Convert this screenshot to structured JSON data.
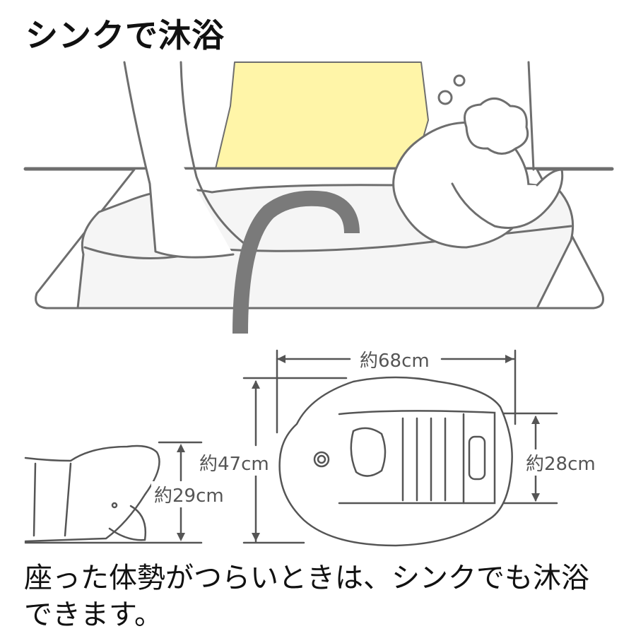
{
  "title": "シンクで沐浴",
  "caption": {
    "line1": "座った体勢がつらいときは、シンクでも沐浴",
    "line2": "できます。"
  },
  "dimensions": {
    "length": "約68cm",
    "width": "約47cm",
    "inner_width": "約28cm",
    "height": "約29cm"
  },
  "colors": {
    "line": "#6e6e6e",
    "shirt": "#fff5a8",
    "tub_fill": "#f5f5f5",
    "faucet": "#7a7a7a"
  }
}
